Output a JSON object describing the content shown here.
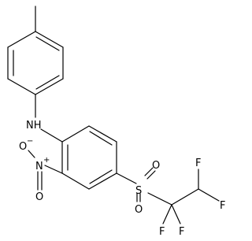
{
  "structure": {
    "atoms": {
      "nh": "NH",
      "nitro_n": "N",
      "nitro_n_charge": "+",
      "nitro_o_top": "O",
      "nitro_o_top_charge": "−",
      "nitro_o_bottom": "O",
      "sulfur": "S",
      "sulfonyl_o_top": "O",
      "sulfonyl_o_bottom": "O",
      "f_top": "F",
      "f_right": "F",
      "f_bottom_left": "F",
      "f_bottom_right": "F"
    }
  }
}
